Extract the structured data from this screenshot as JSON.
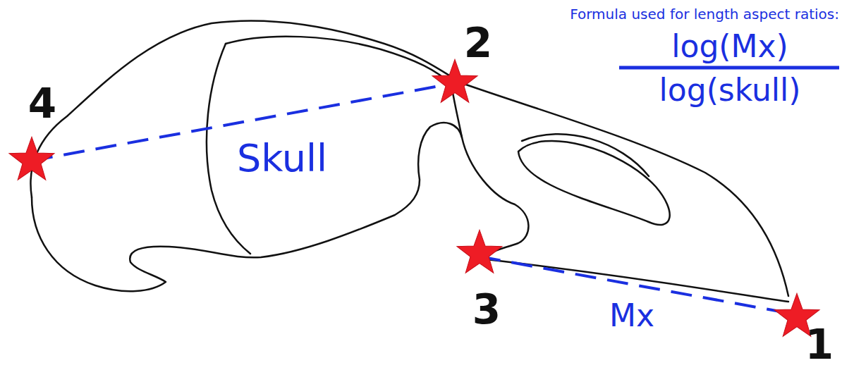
{
  "diagram": {
    "labels": [
      "Formula used for length aspect ratios:",
      "2",
      "log(Mx)",
      "log(skull)",
      "4",
      "Skull",
      "3",
      "Mx",
      "1"
    ]
  }
}
